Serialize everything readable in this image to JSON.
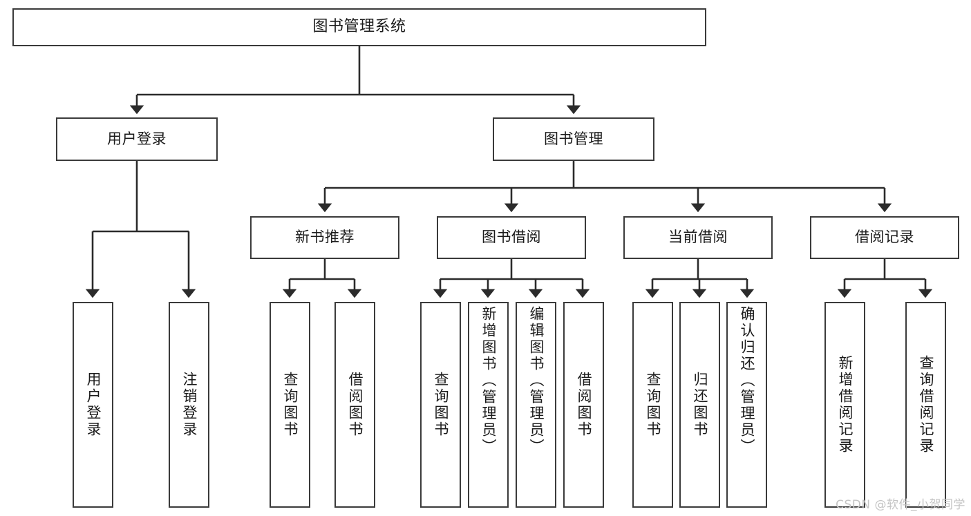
{
  "diagram": {
    "type": "tree-hierarchy",
    "title": "图书管理系统",
    "watermark": "CSDN @软件_小贺同学",
    "colors": {
      "background": "#ffffff",
      "box_border": "#3a3a3a",
      "connector": "#2b2b2b",
      "text": "#1b1b1b",
      "watermark": "#c4c4c4"
    },
    "levels": {
      "root": "图书管理系统",
      "level2": [
        "用户登录",
        "图书管理"
      ],
      "level3": [
        "新书推荐",
        "图书借阅",
        "当前借阅",
        "借阅记录"
      ]
    },
    "nodes": {
      "root": {
        "label": "图书管理系统"
      },
      "user_login": {
        "label": "用户登录"
      },
      "book_manage": {
        "label": "图书管理"
      },
      "new_book_rec": {
        "label": "新书推荐"
      },
      "book_borrow": {
        "label": "图书借阅"
      },
      "current_borrow": {
        "label": "当前借阅"
      },
      "borrow_record": {
        "label": "借阅记录"
      }
    },
    "leaves": {
      "user_login": [
        {
          "label": "用户登录"
        },
        {
          "label": "注销登录"
        }
      ],
      "new_book_rec": [
        {
          "label": "查询图书"
        },
        {
          "label": "借阅图书"
        }
      ],
      "book_borrow": [
        {
          "label": "查询图书"
        },
        {
          "label": "新增图书（管理员）"
        },
        {
          "label": "编辑图书（管理员）"
        },
        {
          "label": "借阅图书"
        }
      ],
      "current_borrow": [
        {
          "label": "查询图书"
        },
        {
          "label": "归还图书"
        },
        {
          "label": "确认归还（管理员）"
        }
      ],
      "borrow_record": [
        {
          "label": "新增借阅记录"
        },
        {
          "label": "查询借阅记录"
        }
      ]
    }
  }
}
